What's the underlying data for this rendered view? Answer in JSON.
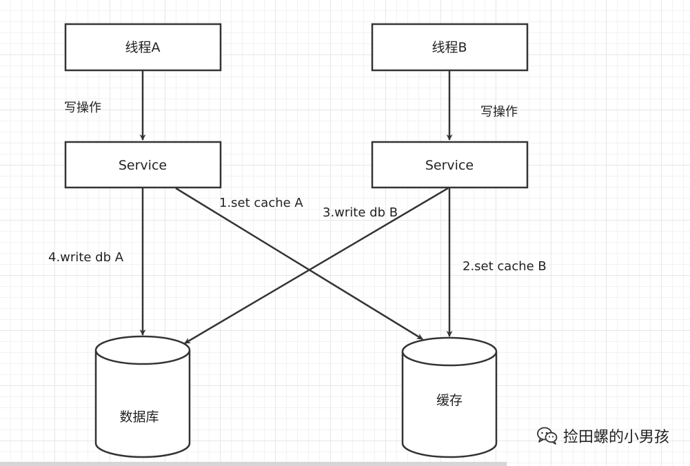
{
  "diagram": {
    "nodes": {
      "thread_a": "线程A",
      "thread_b": "线程B",
      "service_a": "Service",
      "service_b": "Service",
      "database": "数据库",
      "cache": "缓存"
    },
    "edges": {
      "write_op_a": "写操作",
      "write_op_b": "写操作",
      "set_cache_a": "1.set cache A",
      "set_cache_b": "2.set cache B",
      "write_db_b": "3.write db B",
      "write_db_a": "4.write db A"
    }
  },
  "watermark": {
    "text": "捡田螺的小男孩"
  },
  "colors": {
    "stroke": "#333333",
    "text": "#222222",
    "grid": "#e6e6e6"
  }
}
